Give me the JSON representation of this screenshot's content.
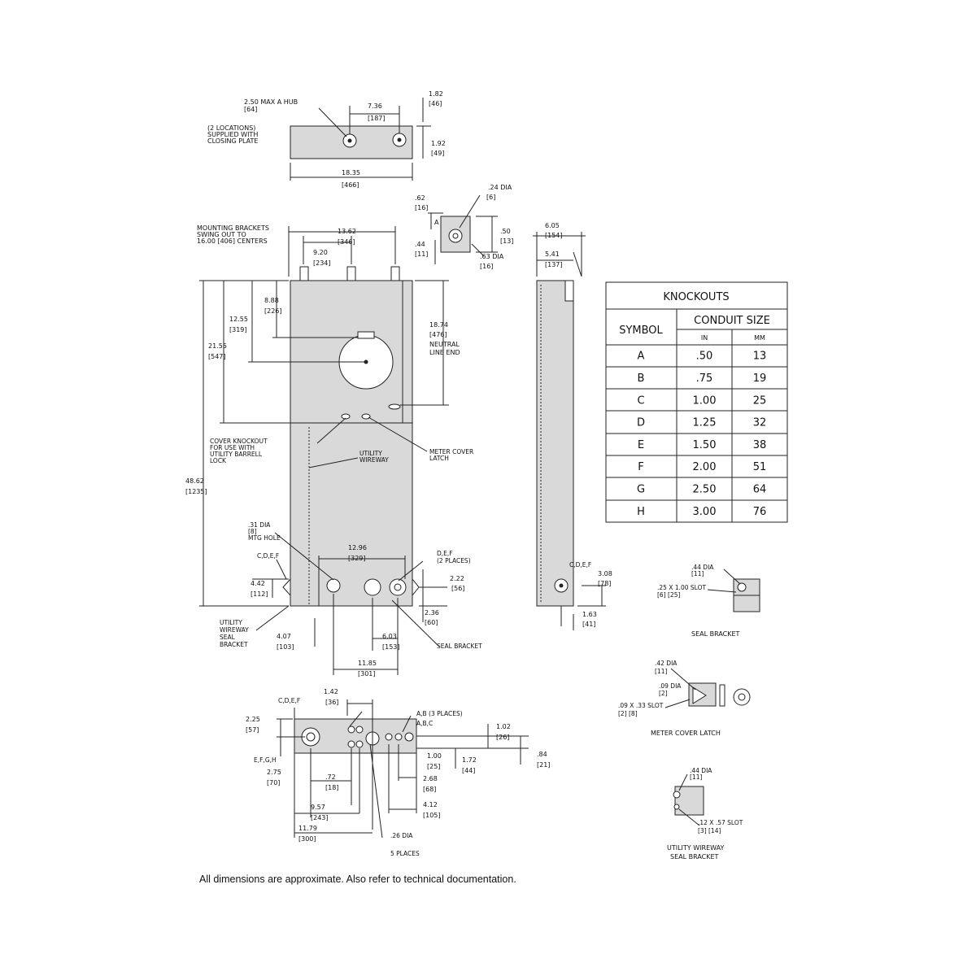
{
  "top_view": {
    "hub_label": "2.50 MAX A HUB",
    "hub_label_mm": "[64]",
    "locations_note": [
      "(2 LOCATIONS)",
      "SUPPLIED WITH",
      "CLOSING PLATE"
    ],
    "dim_736": "7.36",
    "dim_736_mm": "[187]",
    "dim_182": "1.82",
    "dim_182_mm": "[46]",
    "dim_192": "1.92",
    "dim_192_mm": "[49]",
    "dim_1835": "18.35",
    "dim_1835_mm": "[466]"
  },
  "front_view": {
    "bracket_note": [
      "MOUNTING BRACKETS",
      "SWING OUT TO",
      "16.00 [406] CENTERS"
    ],
    "dim_1362": "13.62",
    "dim_1362_mm": "[346]",
    "dim_920": "9.20",
    "dim_920_mm": "[234]",
    "dim_868": "8.88",
    "dim_868_mm": "[226]",
    "dim_1255": "12.55",
    "dim_1255_mm": "[319]",
    "dim_2155": "21.55",
    "dim_2155_mm": "[547]",
    "dim_4862": "48.62",
    "dim_4862_mm": "[1235]",
    "dim_1874": "18.74",
    "dim_1874_mm": "[476]",
    "neutral_label": [
      "NEUTRAL",
      "LINE END"
    ],
    "cover_knockout_note": [
      "COVER KNOCKOUT",
      "FOR USE WITH",
      "UTILITY BARRELL",
      "LOCK"
    ],
    "utility_wireway": [
      "UTILITY",
      "WIREWAY"
    ],
    "meter_cover_latch": [
      "METER COVER",
      "LATCH"
    ],
    "dia_31": ".31 DIA",
    "dia_31_mm": "[8]",
    "mtg_hole": "MTG HOLE",
    "cdef_1": "C,D,E,F",
    "dim_1296": "12.96",
    "dim_1296_mm": "[329]",
    "def_2places": "D,E,F",
    "two_places": "(2 PLACES)",
    "dim_442": "4.42",
    "dim_442_mm": "[112]",
    "dim_222": "2.22",
    "dim_222_mm": "[56]",
    "dim_236": "2.36",
    "dim_236_mm": "[60]",
    "dim_407": "4.07",
    "dim_407_mm": "[103]",
    "dim_603": "6.03",
    "dim_603_mm": "[153]",
    "dim_1185": "11.85",
    "dim_1185_mm": "[301]",
    "seal_bracket_left": [
      "UTILITY",
      "WIREWAY",
      "SEAL",
      "BRACKET"
    ],
    "seal_bracket_right": "SEAL BRACKET"
  },
  "small_detail": {
    "dim_62": ".62",
    "dim_62_mm": "[16]",
    "dia_24": ".24 DIA",
    "dia_24_mm": "[6]",
    "dim_50": ".50",
    "dim_50_mm": "[13]",
    "dim_44": ".44",
    "dim_44_mm": "[11]",
    "dia_63": ".63 DIA",
    "dia_63_mm": "[16]",
    "letter_a": "A"
  },
  "side_view": {
    "dim_605": "6.05",
    "dim_605_mm": "[154]",
    "dim_541": "5.41",
    "dim_541_mm": "[137]",
    "cdef": "C,D,E,F",
    "dim_308": "3.08",
    "dim_308_mm": "[78]",
    "dim_163": "1.63",
    "dim_163_mm": "[41]"
  },
  "knockouts_table": {
    "title": "KNOCKOUTS",
    "symbol_header": "SYMBOL",
    "conduit_header": "CONDUIT SIZE",
    "in_header": "IN",
    "mm_header": "MM",
    "rows": [
      {
        "symbol": "A",
        "in": ".50",
        "mm": "13"
      },
      {
        "symbol": "B",
        "in": ".75",
        "mm": "19"
      },
      {
        "symbol": "C",
        "in": "1.00",
        "mm": "25"
      },
      {
        "symbol": "D",
        "in": "1.25",
        "mm": "32"
      },
      {
        "symbol": "E",
        "in": "1.50",
        "mm": "38"
      },
      {
        "symbol": "F",
        "in": "2.00",
        "mm": "51"
      },
      {
        "symbol": "G",
        "in": "2.50",
        "mm": "64"
      },
      {
        "symbol": "H",
        "in": "3.00",
        "mm": "76"
      }
    ]
  },
  "seal_bracket_detail": {
    "dia": ".44 DIA",
    "dia_mm": "[11]",
    "slot": ".25 X 1.00 SLOT",
    "slot_mm": "[6]    [25]",
    "caption": "SEAL BRACKET"
  },
  "meter_cover_latch_detail": {
    "dia_42": ".42 DIA",
    "dia_42_mm": "[11]",
    "dia_09": ".09 DIA",
    "dia_09_mm": "[2]",
    "slot": ".09 X .33 SLOT",
    "slot_mm": "[2]    [8]",
    "caption": "METER COVER LATCH"
  },
  "utility_seal_detail": {
    "dia": ".44 DIA",
    "dia_mm": "[11]",
    "slot": ".12 X .57 SLOT",
    "slot_mm": "[3]    [14]",
    "caption": [
      "UTILITY WIREWAY",
      "SEAL BRACKET"
    ]
  },
  "bottom_view": {
    "cdef": "C,D,E,F",
    "dim_142": "1.42",
    "dim_142_mm": "[36]",
    "abplaces": "A,B (3 PLACES)",
    "abc": "A,B,C",
    "dim_225": "2.25",
    "dim_225_mm": "[57]",
    "efgh": "E,F,G,H",
    "dim_275": "2.75",
    "dim_275_mm": "[70]",
    "dim_102": "1.02",
    "dim_102_mm": "[26]",
    "dim_100": "1.00",
    "dim_100_mm": "[25]",
    "dim_172": "1.72",
    "dim_172_mm": "[44]",
    "dim_84": ".84",
    "dim_84_mm": "[21]",
    "dim_72": ".72",
    "dim_72_mm": "[18]",
    "dim_268": "2.68",
    "dim_268_mm": "[68]",
    "dim_957": "9.57",
    "dim_957_mm": "[243]",
    "dim_412": "4.12",
    "dim_412_mm": "[105]",
    "dim_1179": "11.79",
    "dim_1179_mm": "[300]",
    "dia_26": ".26 DIA",
    "places": "5 PLACES"
  },
  "footer_note": "All dimensions are approximate. Also refer to technical documentation."
}
